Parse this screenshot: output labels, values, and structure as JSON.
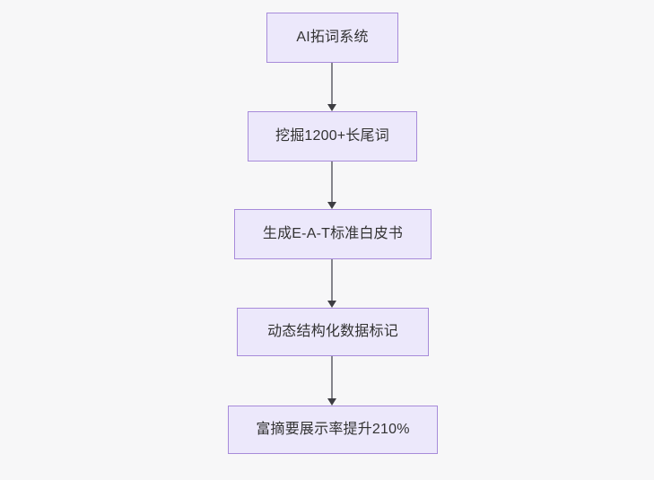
{
  "diagram": {
    "type": "flowchart",
    "direction": "top-to-bottom",
    "background_color": "#f7f7f8",
    "node_fill_color": "#ece8fb",
    "node_border_color": "#a78bda",
    "node_text_color": "#333333",
    "connector_color": "#84848c",
    "arrowhead_color": "#3d3d42",
    "nodes": [
      {
        "id": "n1",
        "label": "AI拓词系统"
      },
      {
        "id": "n2",
        "label": "挖掘1200+长尾词"
      },
      {
        "id": "n3",
        "label": "生成E-A-T标准白皮书"
      },
      {
        "id": "n4",
        "label": "动态结构化数据标记"
      },
      {
        "id": "n5",
        "label": "富摘要展示率提升210%"
      }
    ],
    "edges": [
      {
        "id": "e1",
        "from": "n1",
        "to": "n2",
        "label": ""
      },
      {
        "id": "e2",
        "from": "n2",
        "to": "n3",
        "label": ""
      },
      {
        "id": "e3",
        "from": "n3",
        "to": "n4",
        "label": ""
      },
      {
        "id": "e4",
        "from": "n4",
        "to": "n5",
        "label": ""
      }
    ]
  }
}
